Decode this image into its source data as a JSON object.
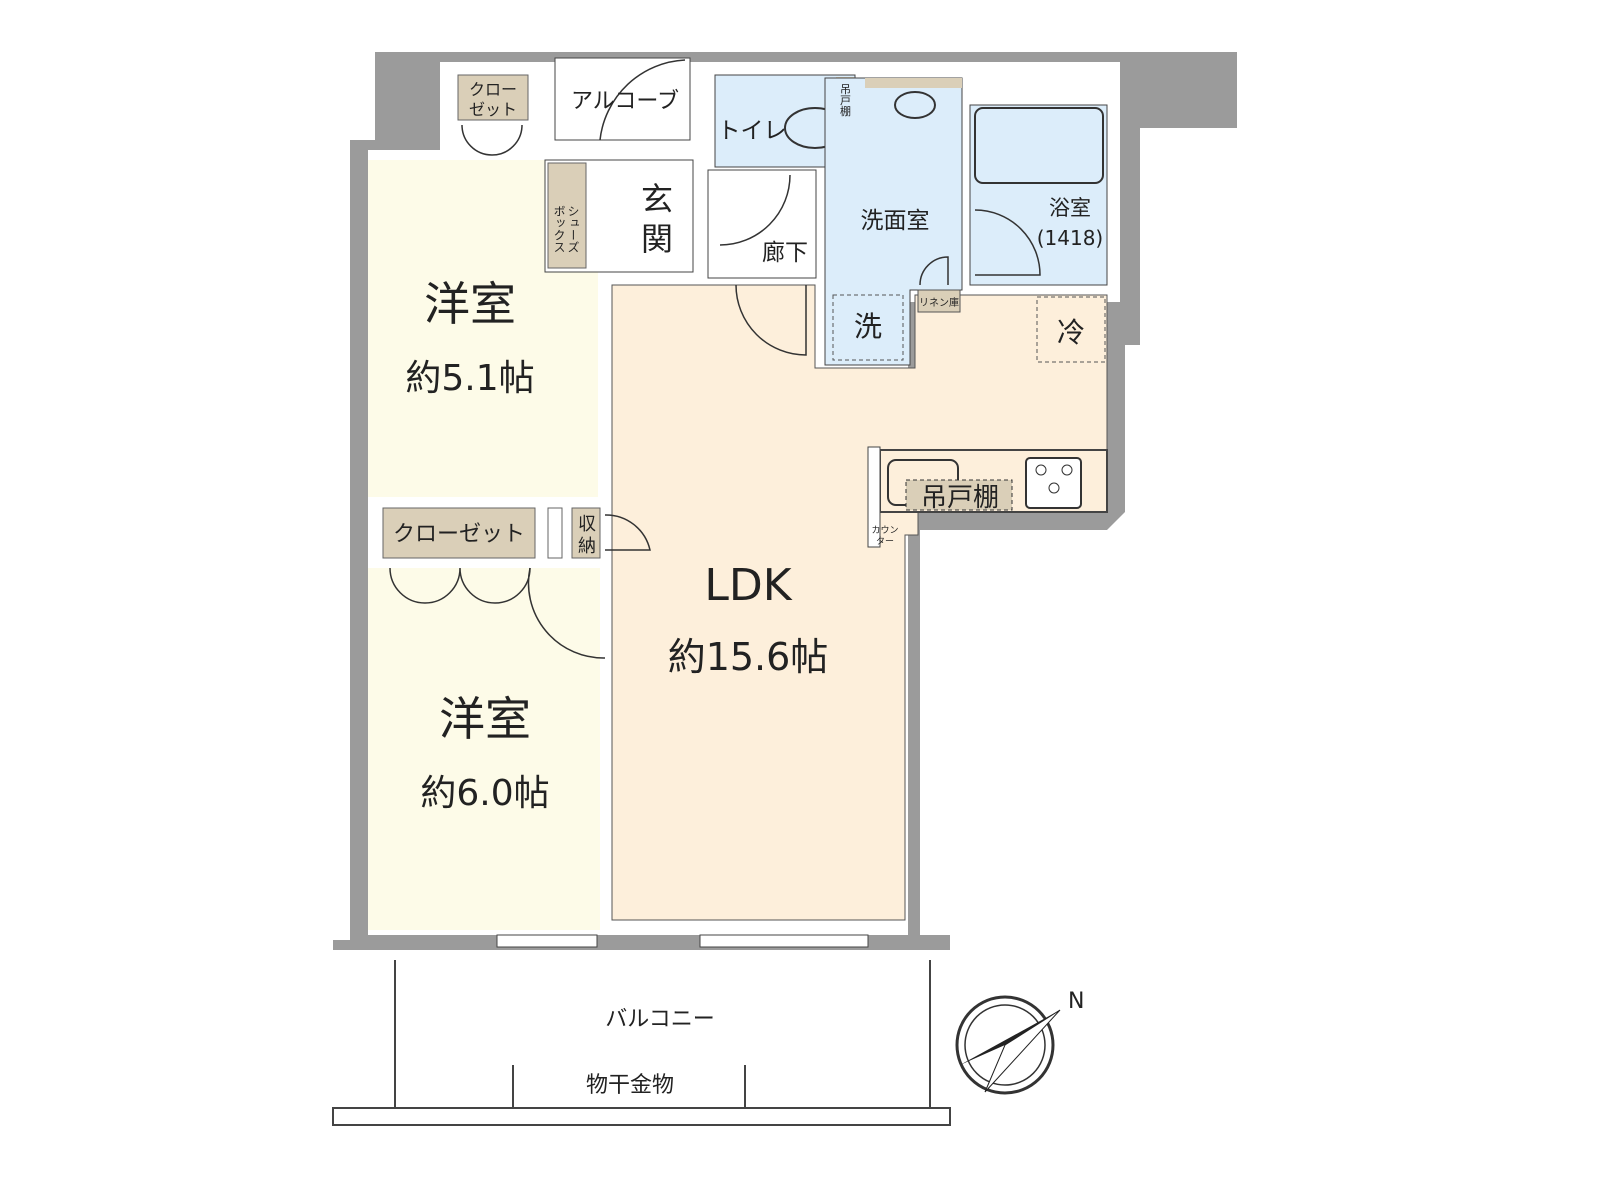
{
  "rooms": {
    "western1": {
      "name": "洋室",
      "size": "約5.1帖"
    },
    "western2": {
      "name": "洋室",
      "size": "約6.0帖"
    },
    "ldk": {
      "name": "LDK",
      "size": "約15.6帖"
    },
    "entrance": {
      "line1": "玄",
      "line2": "関"
    },
    "alcove": "アルコーブ",
    "toilet": "トイレ",
    "toilet_shelf": "吊戸棚",
    "hallway": "廊下",
    "washroom": "洗面室",
    "washer": "洗",
    "linen": "リネン庫",
    "bath": {
      "name": "浴室",
      "size": "(1418)"
    },
    "fridge": "冷",
    "kitchen_shelf": "吊戸棚",
    "counter": {
      "line1": "カウン",
      "line2": "ター"
    },
    "closet_top": {
      "line1": "クロー",
      "line2": "ゼット"
    },
    "closet_mid": "クローゼット",
    "storage": {
      "line1": "収",
      "line2": "納"
    },
    "shoebox": {
      "col1": "シューズ",
      "col2": "ボックス"
    },
    "balcony": "バルコニー",
    "drying_rack": "物干金物"
  },
  "compass": {
    "label": "N"
  },
  "colors": {
    "wall": "#9b9b9b",
    "western": "#fdfbe8",
    "ldk": "#fdefdb",
    "wet": "#dcedfa",
    "storage": "#dacfb8"
  }
}
